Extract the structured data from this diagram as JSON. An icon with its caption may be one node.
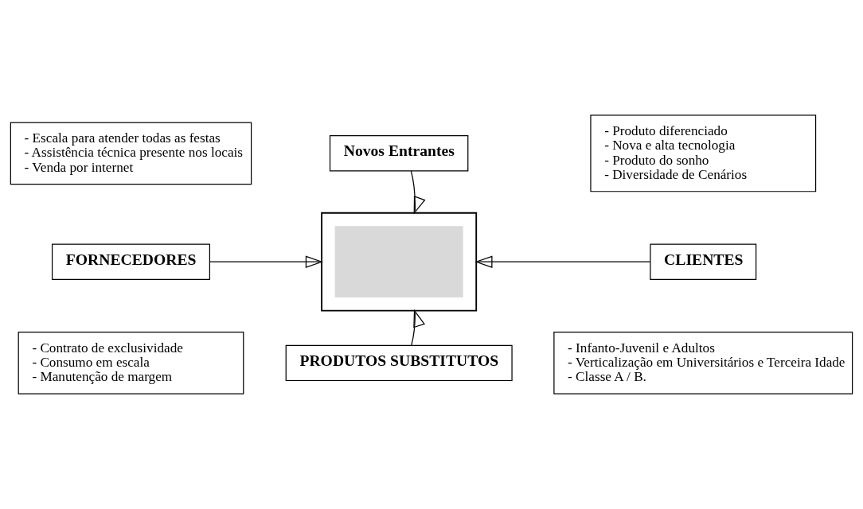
{
  "diagram": {
    "nodes": [
      {
        "text": [
          "- Escala para atender todas as festas",
          "- Assistência técnica presente nos locais",
          "- Venda por internet"
        ]
      },
      {
        "text": [
          "Novos Entrantes"
        ]
      },
      {
        "text": [
          "- Produto diferenciado",
          "- Nova e alta tecnologia",
          "- Produto do sonho",
          "- Diversidade de Cenários"
        ]
      },
      {
        "text": [
          "FORNECEDORES"
        ]
      },
      {
        "text": [],
        "shape": "box"
      },
      {
        "text": [],
        "shape": "box",
        "in": 4
      },
      {
        "text": [
          "CLIENTES"
        ]
      },
      {
        "text": [
          "- Contrato de exclusividade",
          "- Consumo em escala",
          "- Manutenção de margem"
        ]
      },
      {
        "text": [
          "- Infanto-Juvenil e Adultos",
          "- Verticalização em Universitários e Terceira Idade",
          "- Classe A / B."
        ]
      },
      {
        "text": [
          "PRODUTOS SUBSTITUTOS"
        ]
      }
    ],
    "edges": [
      {
        "from": 1,
        "to": 4,
        "arrow": "to"
      },
      {
        "from": 3,
        "to": 4,
        "arrow": "to"
      },
      {
        "from": 6,
        "to": 4,
        "arrow": "to"
      },
      {
        "from": 9,
        "to": 4,
        "arrow": "to"
      }
    ]
  }
}
